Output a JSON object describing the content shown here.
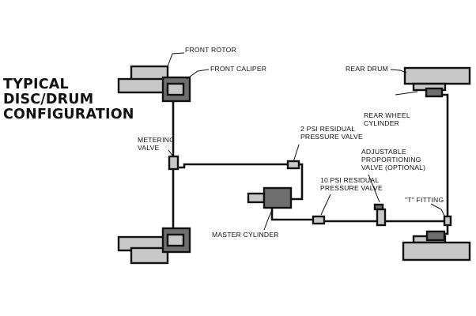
{
  "title": {
    "line1": "TYPICAL",
    "line2": "DISC/DRUM",
    "line3": "CONFIGURATION"
  },
  "labels": {
    "front_rotor": "FRONT ROTOR",
    "front_caliper": "FRONT CALIPER",
    "metering_valve_1": "METERING",
    "metering_valve_2": "VALVE",
    "rear_drum": "REAR DRUM",
    "rear_wheel_cylinder_1": "REAR WHEEL",
    "rear_wheel_cylinder_2": "CYLINDER",
    "two_psi_1": "2 PSI RESIDUAL",
    "two_psi_2": "PRESSURE VALVE",
    "adj_prop_1": "ADJUSTABLE",
    "adj_prop_2": "PROPORTIONING",
    "adj_prop_3": "VALVE (OPTIONAL)",
    "ten_psi_1": "10 PSI RESIDUAL",
    "ten_psi_2": "PRESSURE VALVE",
    "t_fitting": "\"T\" FITTING",
    "master_cylinder": "MASTER CYLINDER"
  }
}
